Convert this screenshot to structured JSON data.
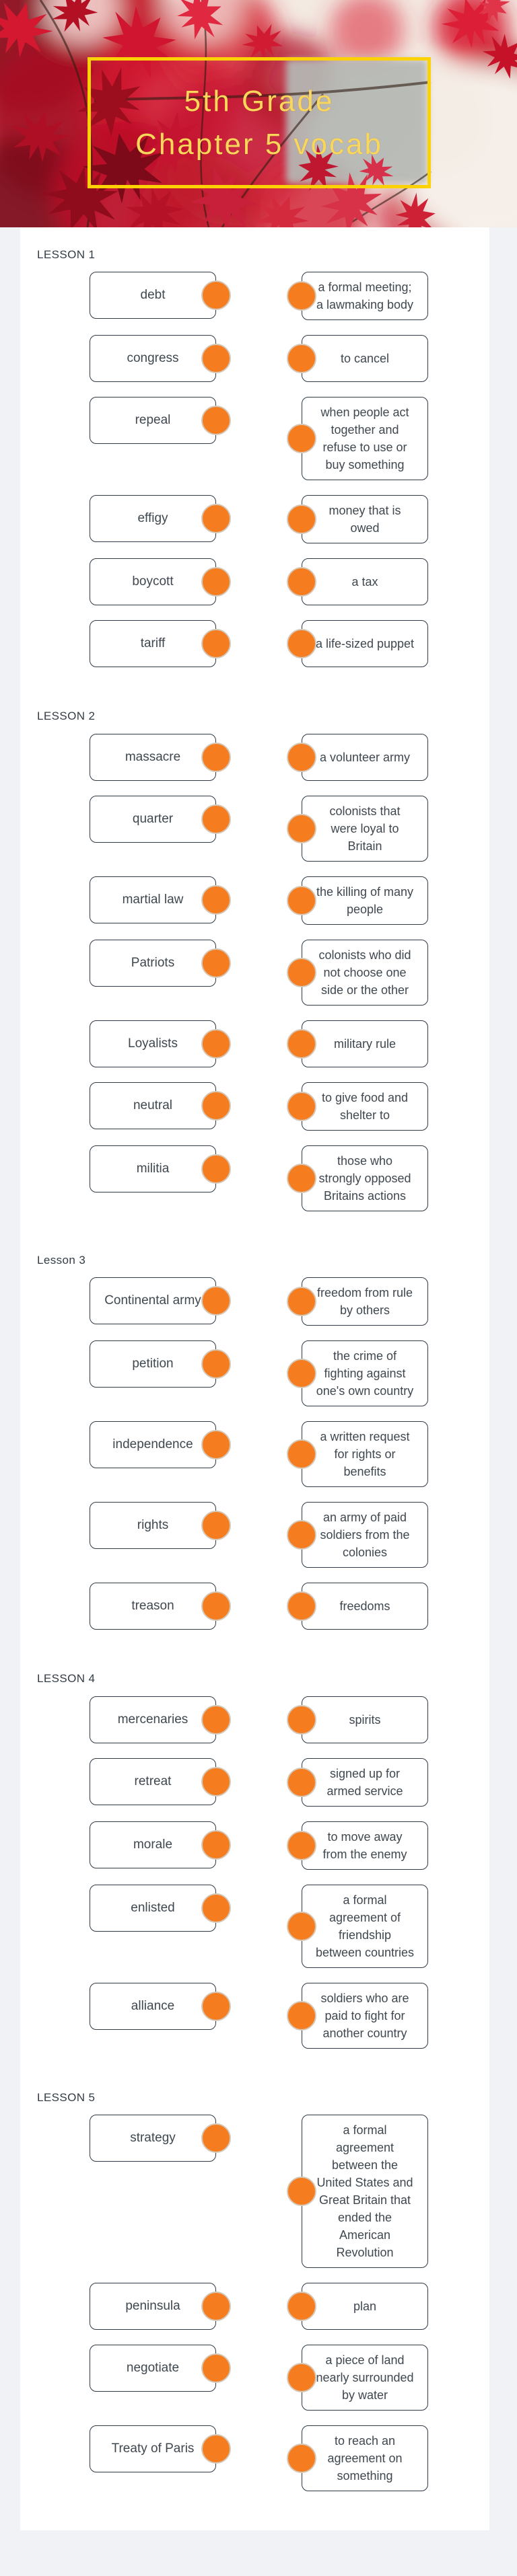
{
  "header": {
    "title_line1": "5th Grade",
    "title_line2": "Chapter 5 vocab",
    "banner_image": "red-maple-leaves-photo"
  },
  "colors": {
    "accent_orange": "#f57d1f",
    "connector_ring": "#d5c8b8",
    "frame_yellow": "#fdd205",
    "title_yellow": "#f8d75b",
    "box_border": "#2e3945",
    "text_dark": "#3f474f",
    "page_background": "#f0f2f5",
    "card_background": "#ffffff",
    "leaf_red": "#c41430"
  },
  "lessons": [
    {
      "heading": "LESSON 1",
      "pairs": [
        {
          "term": "debt",
          "definition": "a formal meeting;\na lawmaking body"
        },
        {
          "term": "congress",
          "definition": "to cancel"
        },
        {
          "term": "repeal",
          "definition": "when people act\ntogether and\nrefuse to use or\nbuy something"
        },
        {
          "term": "effigy",
          "definition": "money that is\nowed"
        },
        {
          "term": "boycott",
          "definition": "a tax"
        },
        {
          "term": "tariff",
          "definition": "a life-sized puppet"
        }
      ]
    },
    {
      "heading": "LESSON 2",
      "pairs": [
        {
          "term": "massacre",
          "definition": "a volunteer army"
        },
        {
          "term": "quarter",
          "definition": "colonists that\nwere loyal to\nBritain"
        },
        {
          "term": "martial law",
          "definition": "the killing of many\npeople"
        },
        {
          "term": "Patriots",
          "definition": "colonists who did\nnot choose one\nside or the other"
        },
        {
          "term": "Loyalists",
          "definition": "military rule"
        },
        {
          "term": "neutral",
          "definition": "to give food and\nshelter to"
        },
        {
          "term": "militia",
          "definition": "those who\nstrongly opposed\nBritains actions"
        }
      ]
    },
    {
      "heading": "Lesson 3",
      "pairs": [
        {
          "term": "Continental army",
          "definition": "freedom from rule\nby others"
        },
        {
          "term": "petition",
          "definition": "the crime of\nfighting against\none's own country"
        },
        {
          "term": "independence",
          "definition": "a written request\nfor rights or\nbenefits"
        },
        {
          "term": "rights",
          "definition": "an army of paid\nsoldiers from the\ncolonies"
        },
        {
          "term": "treason",
          "definition": "freedoms"
        }
      ]
    },
    {
      "heading": "LESSON 4",
      "pairs": [
        {
          "term": "mercenaries",
          "definition": "spirits"
        },
        {
          "term": "retreat",
          "definition": "signed up for\narmed service"
        },
        {
          "term": "morale",
          "definition": "to move away\nfrom the enemy"
        },
        {
          "term": "enlisted",
          "definition": "a formal\nagreement of\nfriendship\nbetween countries"
        },
        {
          "term": "alliance",
          "definition": "soldiers who are\npaid to fight for\nanother country"
        }
      ]
    },
    {
      "heading": "LESSON 5",
      "pairs": [
        {
          "term": "strategy",
          "definition": "a formal\nagreement\nbetween the\nUnited States and\nGreat Britain that\nended the\nAmerican\nRevolution"
        },
        {
          "term": "peninsula",
          "definition": "plan"
        },
        {
          "term": "negotiate",
          "definition": "a piece of land\nnearly surrounded\nby water"
        },
        {
          "term": "Treaty of Paris",
          "definition": "to reach an\nagreement on\nsomething"
        }
      ]
    }
  ]
}
